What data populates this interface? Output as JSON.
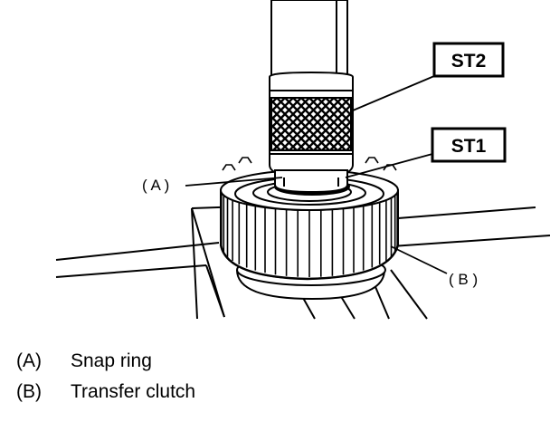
{
  "callouts": {
    "st2": "ST2",
    "st1": "ST1",
    "a": "( A )",
    "b": "( B )"
  },
  "legend": [
    {
      "key": "(A)",
      "text": "Snap ring"
    },
    {
      "key": "(B)",
      "text": "Transfer clutch"
    }
  ]
}
